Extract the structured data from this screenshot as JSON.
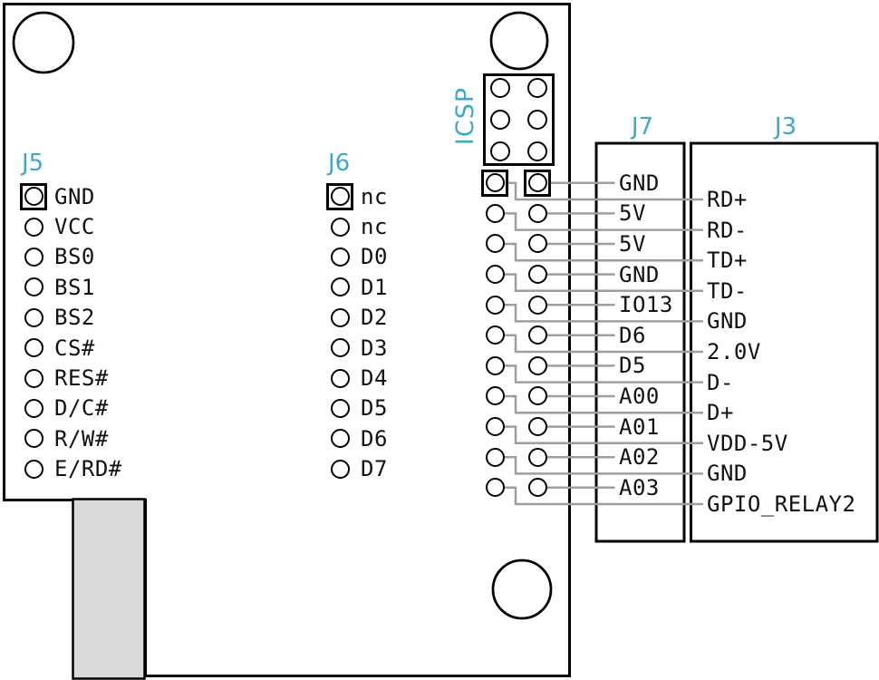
{
  "diagram": {
    "colors": {
      "ref_label": "#3BA9CF",
      "wire": "#9e9e9e",
      "tab_fill": "#d9d9d9"
    },
    "connectors": {
      "j5": {
        "ref": "J5",
        "pins": [
          "GND",
          "VCC",
          "BS0",
          "BS1",
          "BS2",
          "CS#",
          "RES#",
          "D/C#",
          "R/W#",
          "E/RD#"
        ]
      },
      "j6": {
        "ref": "J6",
        "pins": [
          "nc",
          "nc",
          "D0",
          "D1",
          "D2",
          "D3",
          "D4",
          "D5",
          "D6",
          "D7"
        ]
      },
      "icsp": {
        "ref": "ICSP",
        "pin_rows": 3,
        "pin_cols": 2
      },
      "header": {
        "rows": 11
      },
      "j7": {
        "ref": "J7",
        "pins": [
          "GND",
          "5V",
          "5V",
          "GND",
          "IO13",
          "D6",
          "D5",
          "A00",
          "A01",
          "A02",
          "A03"
        ]
      },
      "j3": {
        "ref": "J3",
        "pins": [
          "RD+",
          "RD-",
          "TD+",
          "TD-",
          "GND",
          "2.0V",
          "D-",
          "D+",
          "VDD-5V",
          "GND",
          "GPIO_RELAY2"
        ]
      }
    }
  }
}
